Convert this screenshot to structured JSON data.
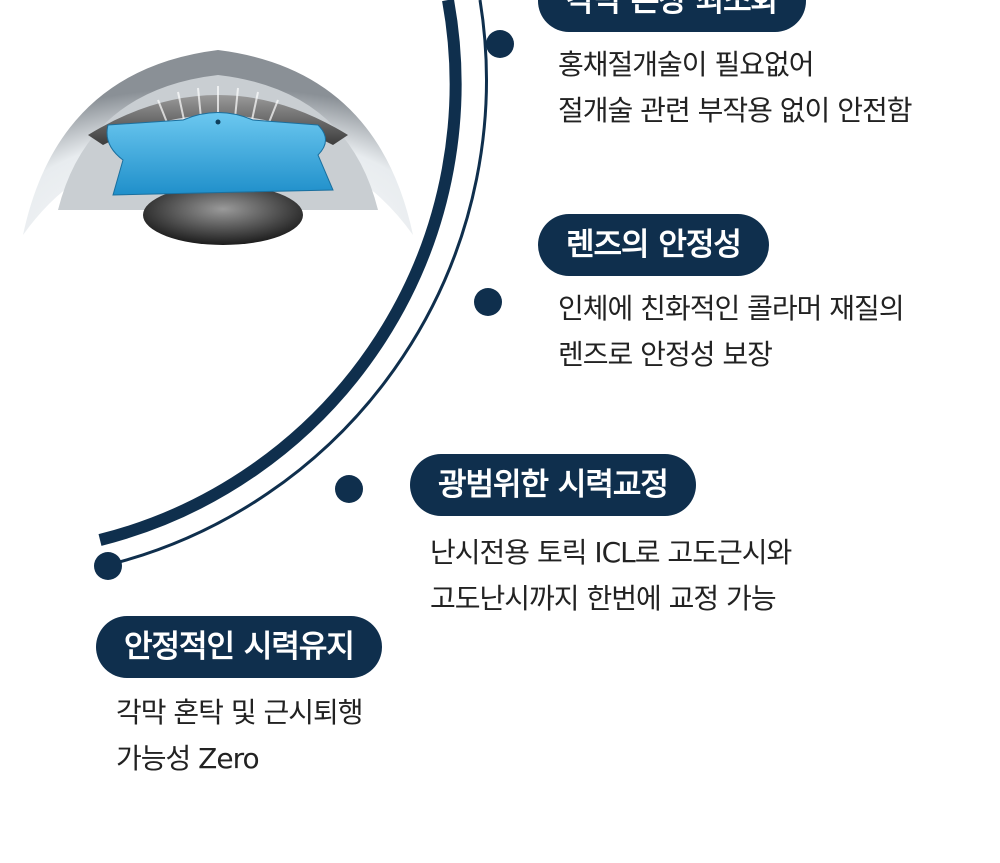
{
  "features": [
    {
      "title": "각막 손상 최소화",
      "lines": [
        "홍채절개술이 필요없어",
        "절개술 관련 부작용 없이 안전함"
      ]
    },
    {
      "title": "렌즈의 안정성",
      "lines": [
        "인체에 친화적인 콜라머 재질의",
        "렌즈로 안정성 보장"
      ]
    },
    {
      "title": "광범위한 시력교정",
      "lines": [
        "난시전용 토릭 ICL로 고도근시와",
        "고도난시까지 한번에 교정 가능"
      ]
    },
    {
      "title": "안정적인 시력유지",
      "lines": [
        "각막 혼탁 및 근시퇴행",
        "가능성 Zero"
      ]
    }
  ],
  "colors": {
    "navy": "#0f2f4d",
    "lens_blue": "#3aaee0",
    "text": "#222222"
  },
  "icons": [
    "eye-lens-illustration"
  ]
}
